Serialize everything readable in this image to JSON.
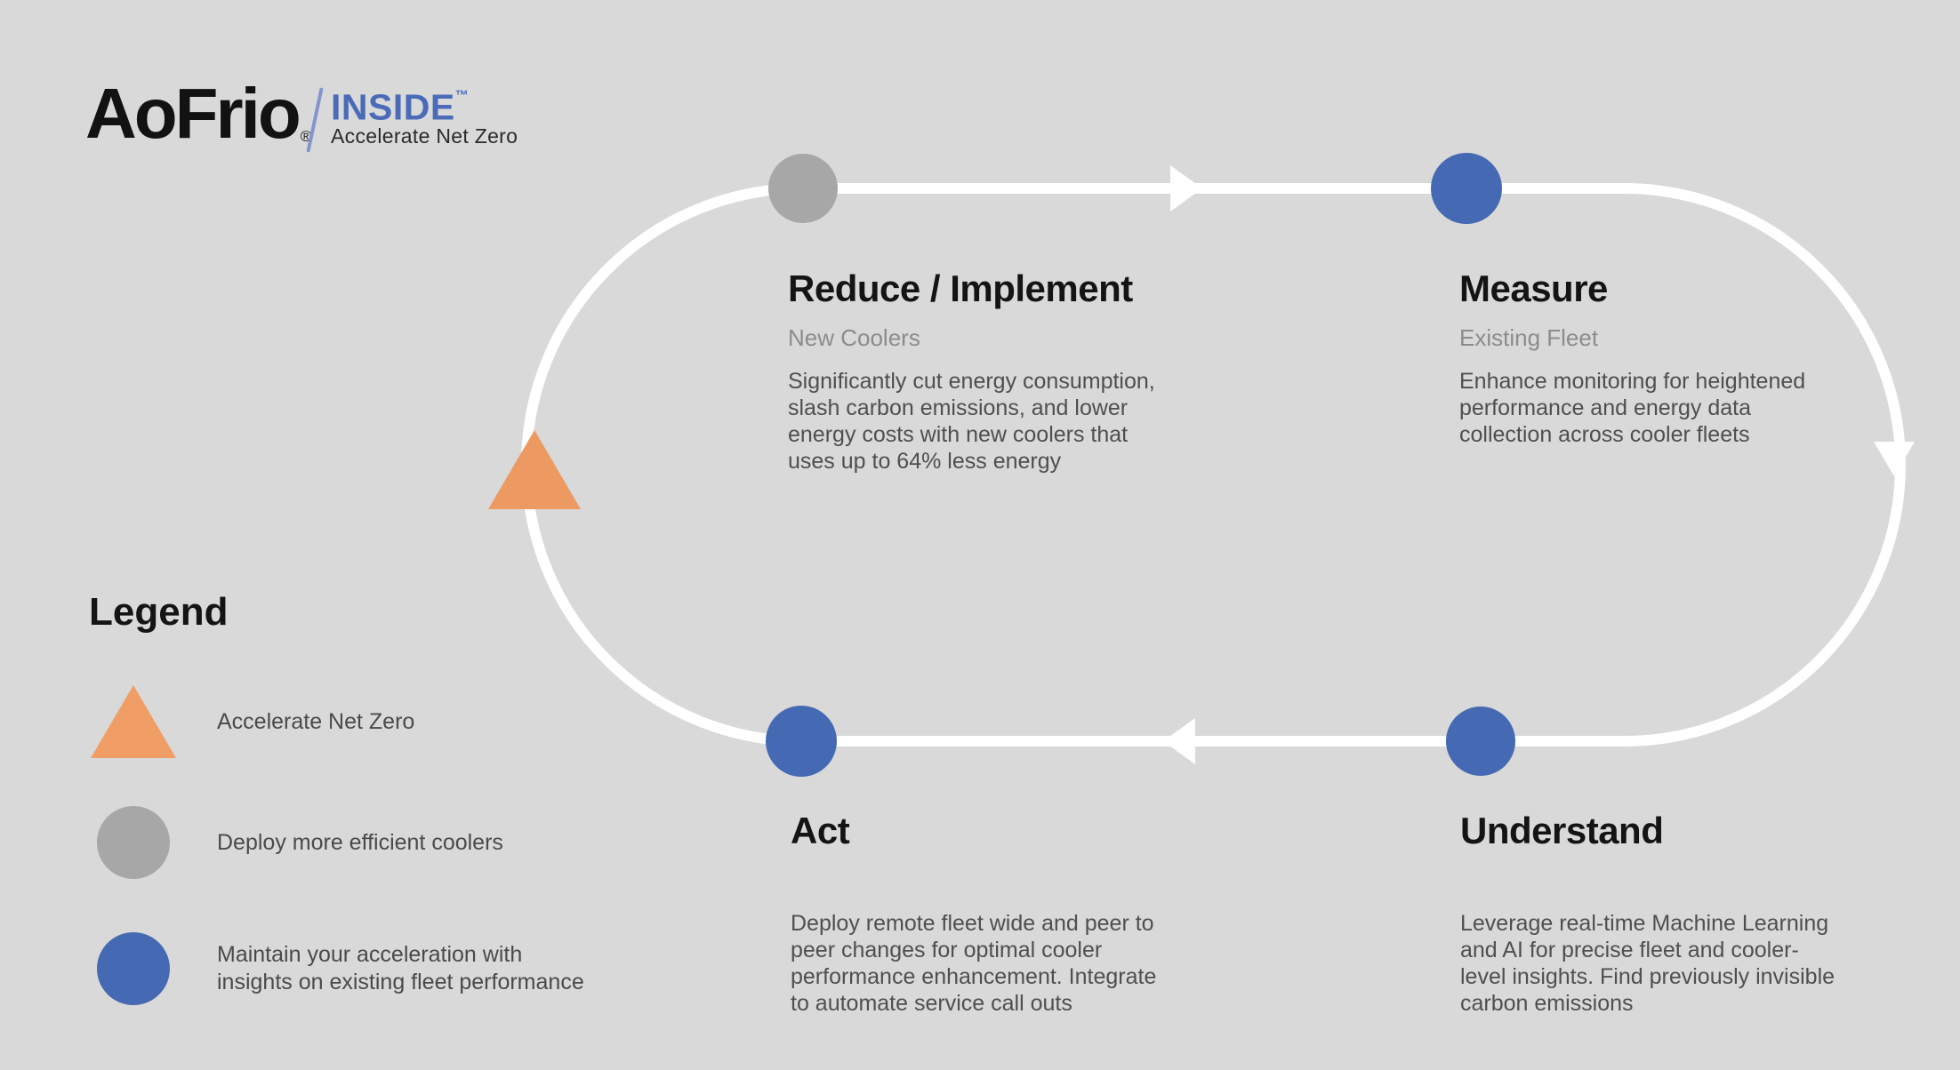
{
  "logo": {
    "brand": "AoFrio",
    "registered_mark": "®",
    "product": "INSIDE",
    "trademark_mark": "™",
    "tagline": "Accelerate Net Zero",
    "brand_color": "#121212",
    "product_color": "#4A6CB8",
    "separator_color": "#8495CC"
  },
  "diagram": {
    "background": "#D9D9D9",
    "loop_color": "#FFFFFF",
    "node_gray": "#A7A7A7",
    "node_blue": "#4569B2",
    "accent_orange": "#EC9A62",
    "flow_direction": "clockwise"
  },
  "stages": [
    {
      "title": "Reduce / Implement",
      "subtitle": "New Coolers",
      "body": "Significantly cut energy consumption,\nslash carbon emissions, and lower\nenergy costs with new coolers that\nuses up to 64% less energy"
    },
    {
      "title": "Measure",
      "subtitle": "Existing Fleet",
      "body": "Enhance monitoring for heightened\nperformance and energy data\ncollection across cooler fleets"
    },
    {
      "title": "Act",
      "subtitle": "",
      "body": "Deploy remote fleet wide and peer to\npeer changes for optimal cooler\nperformance enhancement. Integrate\nto automate service call outs"
    },
    {
      "title": "Understand",
      "subtitle": "",
      "body": "Leverage real-time Machine Learning\nand AI for precise fleet and cooler-\nlevel insights. Find previously invisible\ncarbon emissions"
    }
  ],
  "legend": {
    "title": "Legend",
    "items": [
      {
        "shape": "triangle",
        "color": "#F09E66",
        "label": "Accelerate Net Zero"
      },
      {
        "shape": "circle",
        "color": "#A7A7A7",
        "label": "Deploy more efficient coolers"
      },
      {
        "shape": "circle",
        "color": "#4569B2",
        "label": "Maintain your acceleration with\ninsights on existing fleet performance"
      }
    ]
  }
}
